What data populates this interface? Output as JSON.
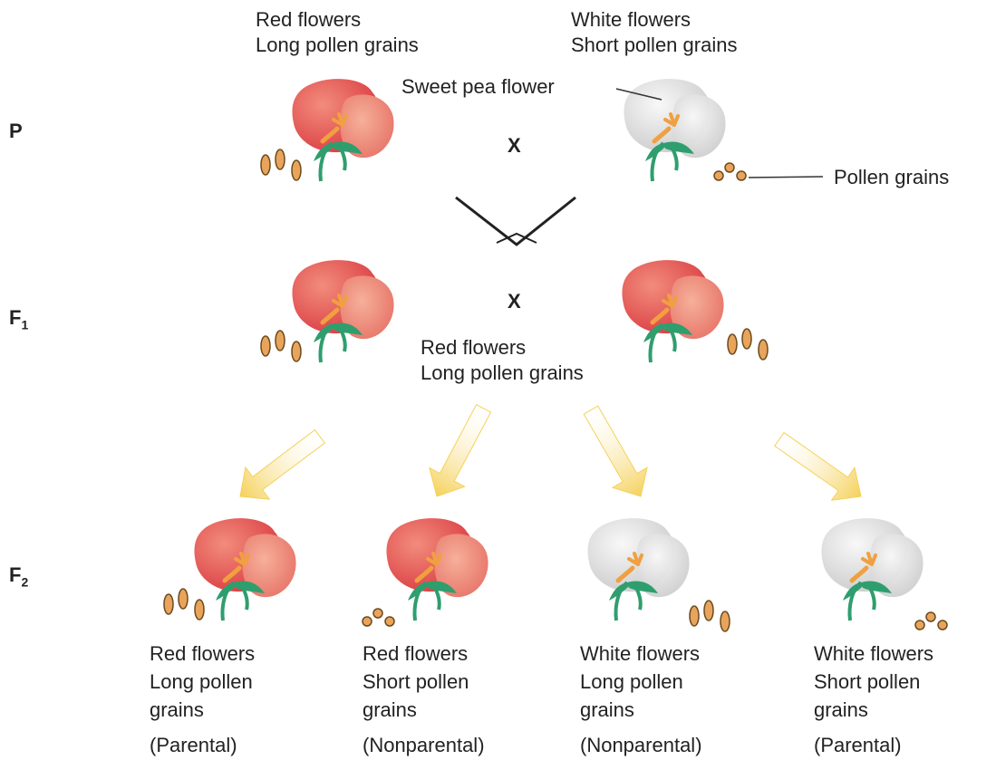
{
  "parents": {
    "left": {
      "line1": "Red flowers",
      "line2": "Long pollen grains"
    },
    "right": {
      "line1": "White flowers",
      "line2": "Short pollen grains"
    }
  },
  "callouts": {
    "flower": "Sweet pea flower",
    "pollen": "Pollen grains"
  },
  "generations": {
    "p": "P",
    "f1": "F",
    "f1_sub": "1",
    "f2": "F",
    "f2_sub": "2"
  },
  "cross_symbol": "X",
  "f1_label": {
    "line1": "Red flowers",
    "line2": "Long pollen grains"
  },
  "offspring": [
    {
      "line1": "Red flowers",
      "line2": "Long pollen",
      "line3": "grains",
      "type": "(Parental)"
    },
    {
      "line1": "Red flowers",
      "line2": "Short pollen",
      "line3": "grains",
      "type": "(Nonparental)"
    },
    {
      "line1": "White flowers",
      "line2": "Long pollen",
      "line3": "grains",
      "type": "(Nonparental)"
    },
    {
      "line1": "White flowers",
      "line2": "Short pollen",
      "line3": "grains",
      "type": "(Parental)"
    }
  ],
  "colors": {
    "red_petal": "#e04a4a",
    "red_light": "#ef8a7a",
    "white_petal": "#dcdcdc",
    "stem": "#2f9e6e",
    "stamen": "#f0a040",
    "pollen": "#e09a55",
    "arrow": "#f5d76e"
  }
}
